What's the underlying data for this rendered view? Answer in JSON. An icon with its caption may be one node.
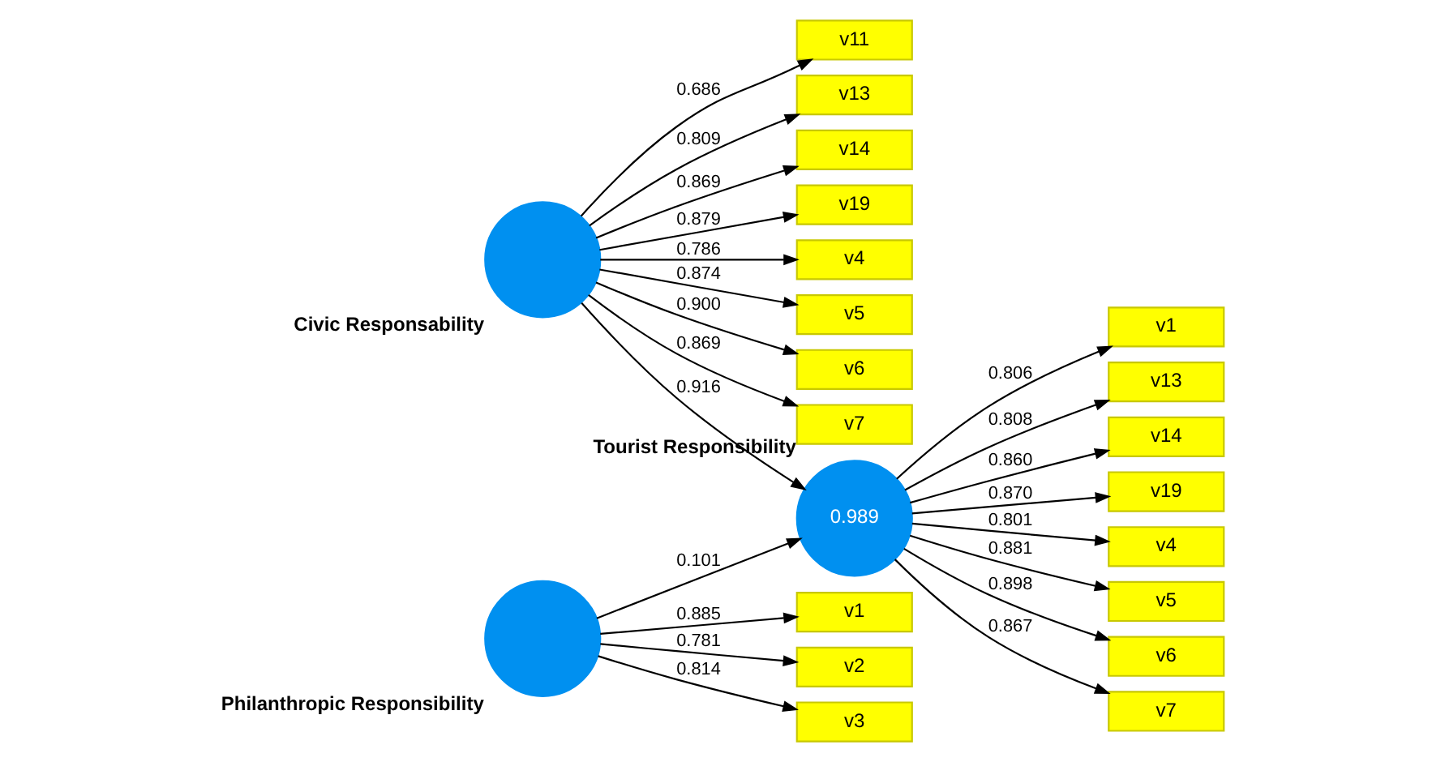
{
  "diagram": {
    "nodes": [
      {
        "text": [
          "Civic Responsability"
        ]
      },
      {
        "text": [
          "v11"
        ]
      },
      {
        "text": [
          "v13"
        ]
      },
      {
        "text": [
          "v14"
        ]
      },
      {
        "text": [
          "v19"
        ]
      },
      {
        "text": [
          "v4"
        ]
      },
      {
        "text": [
          "v5"
        ]
      },
      {
        "text": [
          "v6"
        ]
      },
      {
        "text": [
          "v7"
        ]
      },
      {
        "text": [
          "Philanthropic Responsibility"
        ]
      },
      {
        "text": [
          "v1"
        ]
      },
      {
        "text": [
          "v2"
        ]
      },
      {
        "text": [
          "v3"
        ]
      },
      {
        "text": [
          "0.989",
          "Tourist Responsibility"
        ]
      },
      {
        "text": [
          "v1"
        ]
      },
      {
        "text": [
          "v13"
        ]
      },
      {
        "text": [
          "v14"
        ]
      },
      {
        "text": [
          "v19"
        ]
      },
      {
        "text": [
          "v4"
        ]
      },
      {
        "text": [
          "v5"
        ]
      },
      {
        "text": [
          "v6"
        ]
      },
      {
        "text": [
          "v7"
        ]
      }
    ],
    "edges": [
      {
        "from": 0,
        "to": 1,
        "arrow": "to",
        "label": "0.686"
      },
      {
        "from": 0,
        "to": 2,
        "arrow": "to",
        "label": "0.809"
      },
      {
        "from": 0,
        "to": 3,
        "arrow": "to",
        "label": "0.869"
      },
      {
        "from": 0,
        "to": 4,
        "arrow": "to",
        "label": "0.879"
      },
      {
        "from": 0,
        "to": 5,
        "arrow": "to",
        "label": "0.786"
      },
      {
        "from": 0,
        "to": 6,
        "arrow": "to",
        "label": "0.874"
      },
      {
        "from": 0,
        "to": 7,
        "arrow": "to",
        "label": "0.900"
      },
      {
        "from": 0,
        "to": 8,
        "arrow": "to",
        "label": "0.869"
      },
      {
        "from": 0,
        "to": 13,
        "arrow": "to",
        "label": "0.916"
      },
      {
        "from": 9,
        "to": 13,
        "arrow": "to",
        "label": "0.101"
      },
      {
        "from": 9,
        "to": 10,
        "arrow": "to",
        "label": "0.885"
      },
      {
        "from": 9,
        "to": 11,
        "arrow": "to",
        "label": "0.781"
      },
      {
        "from": 9,
        "to": 12,
        "arrow": "to",
        "label": "0.814"
      },
      {
        "from": 13,
        "to": 14,
        "arrow": "to",
        "label": "0.806"
      },
      {
        "from": 13,
        "to": 15,
        "arrow": "to",
        "label": "0.808"
      },
      {
        "from": 13,
        "to": 16,
        "arrow": "to",
        "label": "0.860"
      },
      {
        "from": 13,
        "to": 17,
        "arrow": "to",
        "label": "0.870"
      },
      {
        "from": 13,
        "to": 18,
        "arrow": "to",
        "label": "0.801"
      },
      {
        "from": 13,
        "to": 19,
        "arrow": "to",
        "label": "0.881"
      },
      {
        "from": 13,
        "to": 20,
        "arrow": "to",
        "label": "0.898"
      },
      {
        "from": 13,
        "to": 21,
        "arrow": "to",
        "label": "0.867"
      }
    ]
  }
}
